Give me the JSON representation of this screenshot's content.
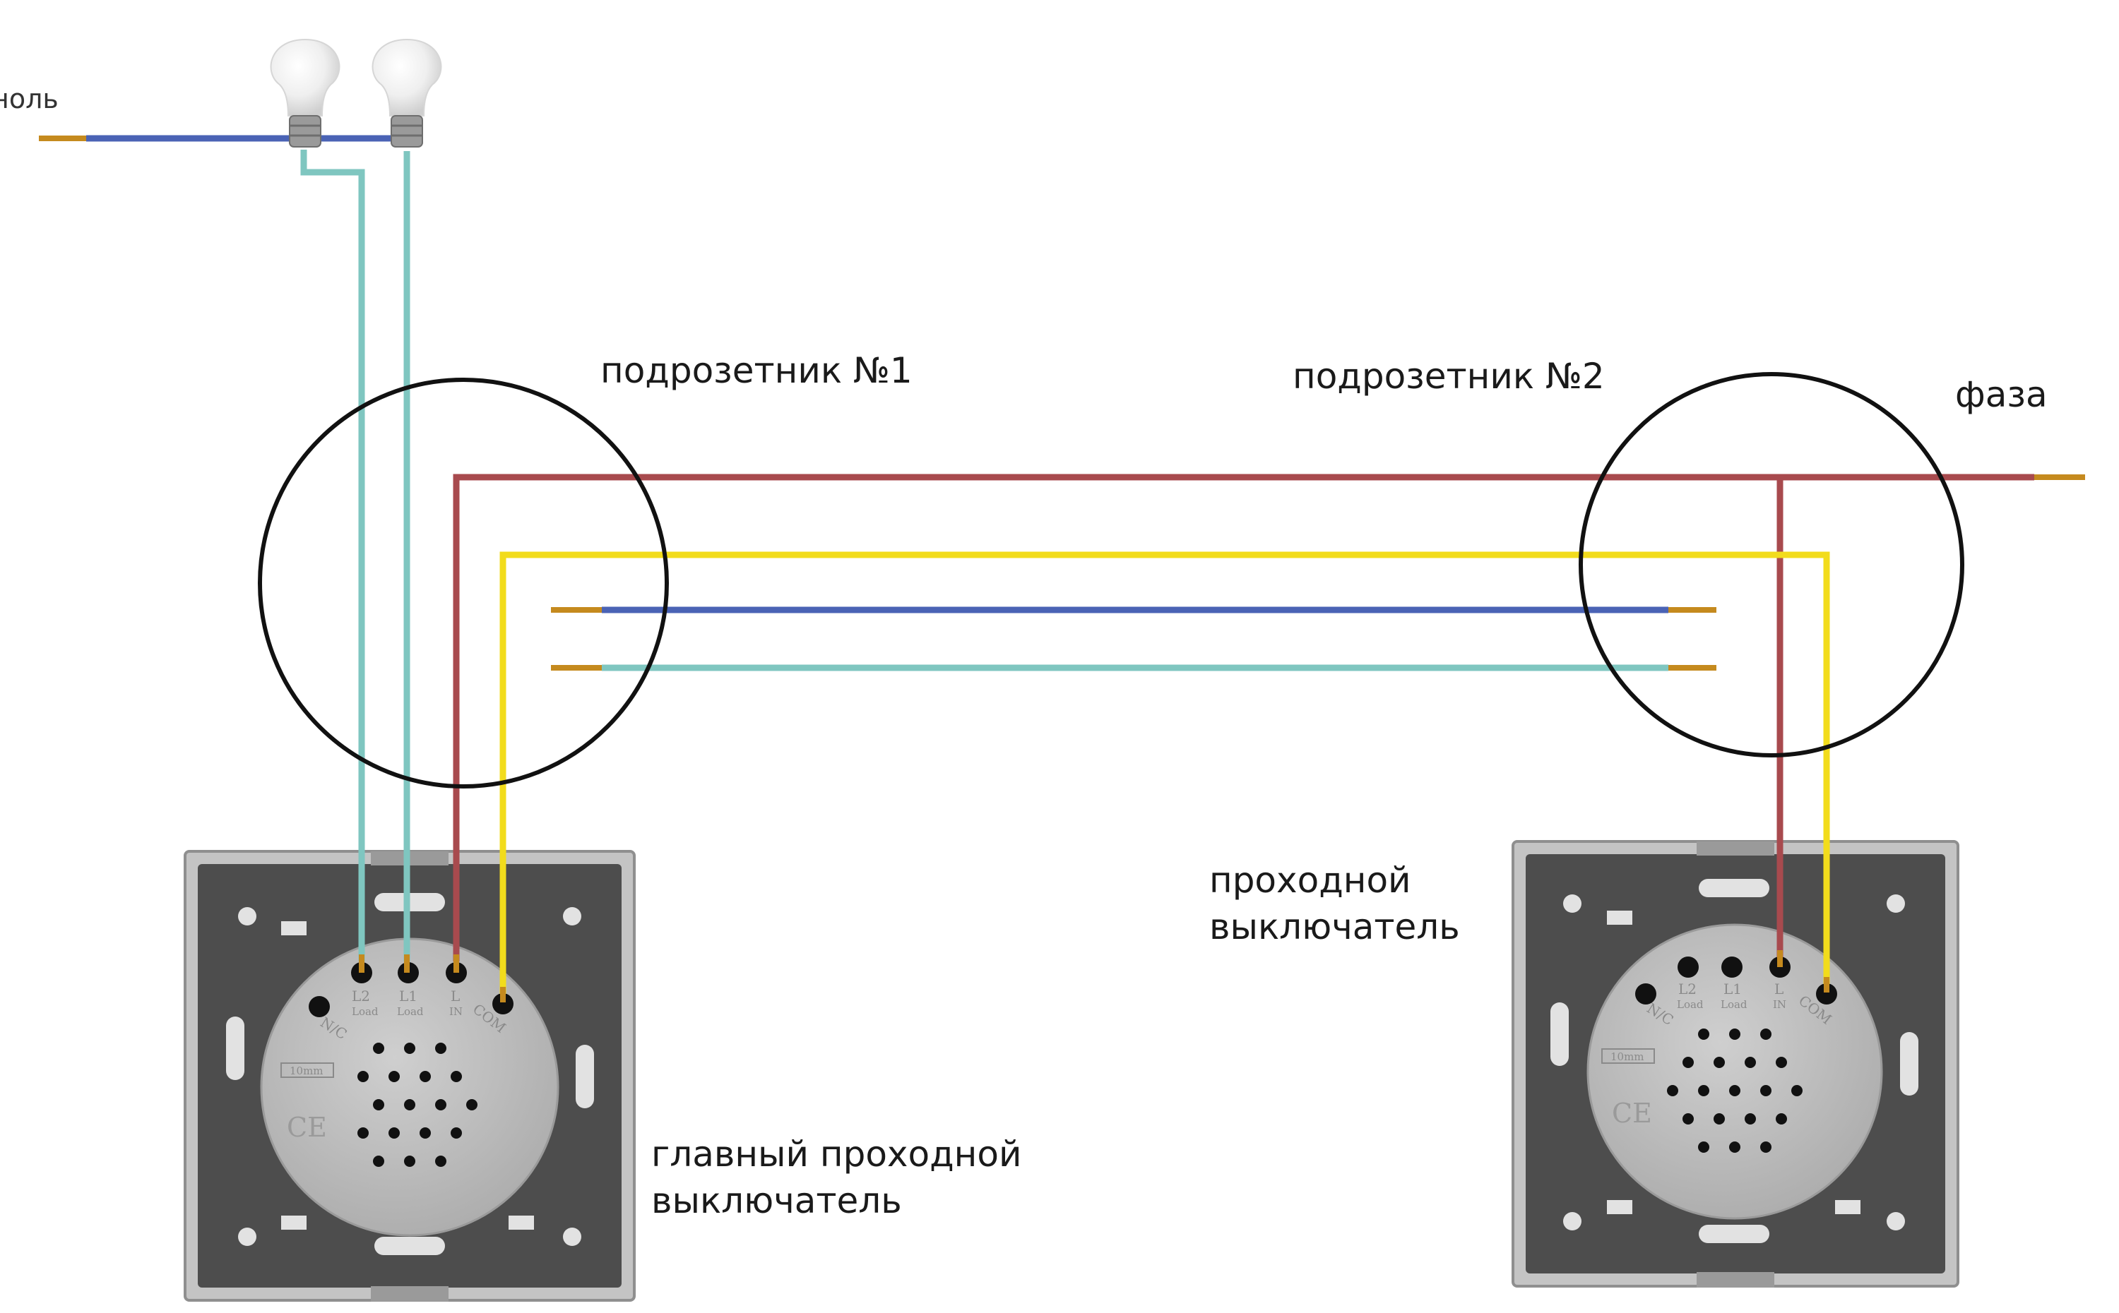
{
  "labels": {
    "neutral": "ноль",
    "box1": "подрозетник №1",
    "box2": "подрозетник №2",
    "phase": "фаза",
    "main_switch_line1": "главный проходной",
    "main_switch_line2": "выключатель",
    "pass_switch_line1": "проходной",
    "pass_switch_line2": "выключатель"
  },
  "terminal_labels": {
    "l2": "L2",
    "l1": "L1",
    "l": "L",
    "load": "Load",
    "in": "IN",
    "com": "COM",
    "nc": "N/C",
    "strip": "10mm",
    "ce": "CE"
  },
  "wire_colors": {
    "neutral_blue": "#4a63b5",
    "load_cyan": "#7fc6c0",
    "phase_red": "#a84a4e",
    "traveler_yellow": "#f2dc1c",
    "copper_tip": "#c58a1e"
  },
  "device_colors": {
    "plate_dark": "#4b4b4b",
    "plate_frame": "#b9b9b9",
    "module_body": "#bdbdbd",
    "bulb_glass": "#ececec"
  }
}
